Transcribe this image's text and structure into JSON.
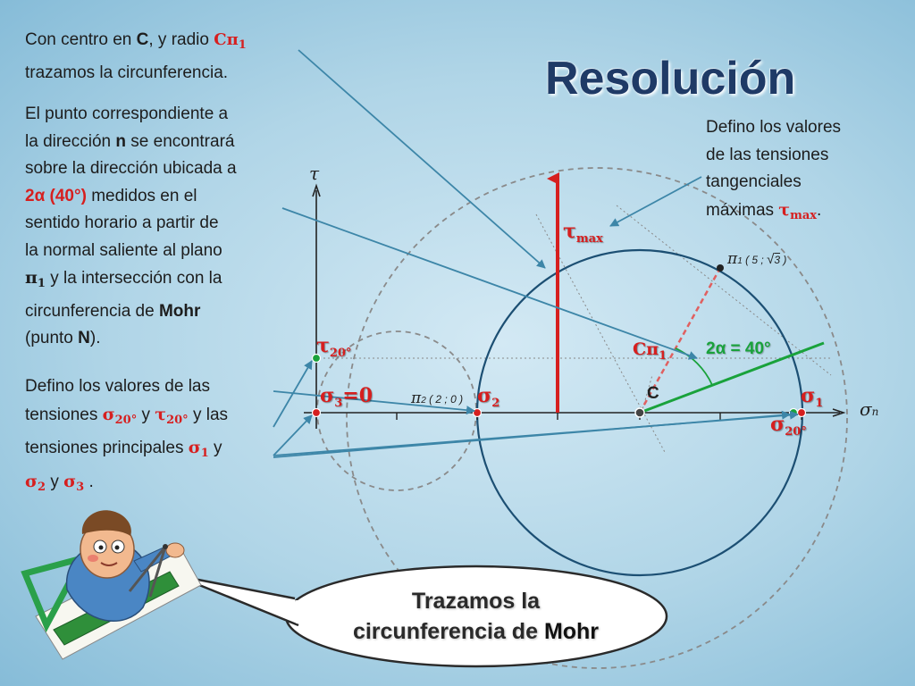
{
  "title": "Resolución",
  "para1": {
    "a": "Con centro en ",
    "b": "C",
    "c": ", y radio ",
    "d": "Cπ",
    "d_sub": "1",
    "line2": "trazamos la circunferencia."
  },
  "para2": {
    "l1": "El punto correspondiente a",
    "l2a": "la dirección ",
    "l2b": "n",
    "l2c": " se encontrará",
    "l3": "sobre la dirección ubicada a",
    "l4a": "2α (40°)",
    "l4b": " medidos en el",
    "l5": "sentido horario a partir de",
    "l6": "la normal saliente al plano",
    "l7a": "π",
    "l7sub": "1",
    "l7b": " y la intersección con la",
    "l8a": "circunferencia de ",
    "l8b": "Mohr",
    "l9a": "(punto ",
    "l9b": "N",
    "l9c": ")."
  },
  "para3": {
    "l1": "Defino los valores de las",
    "l2a": "tensiones ",
    "sig": "σ",
    "sig_sub": "20°",
    "l2b": " y ",
    "tau": "τ",
    "tau_sub": "20°",
    "l2c": " y las",
    "l3a": "tensiones principales ",
    "s1": "σ",
    "s1sub": "1",
    "l3b": " y",
    "s2": "σ",
    "s2sub": "2",
    "l4a": " y ",
    "s3": "σ",
    "s3sub": "3",
    "l4b": " ."
  },
  "para4": {
    "l1": "Defino los valores",
    "l2": "de las tensiones",
    "l3": "tangenciales",
    "l4a": "máximas ",
    "tau": "τ",
    "tau_sub": "max",
    "l4b": "."
  },
  "diagram": {
    "tau_axis": "τ",
    "sigma_axis": "σ",
    "sigma_axis_sub": "n",
    "tau_max": "τ",
    "tau_max_sub": "max",
    "tau20": "τ",
    "tau20_sub": "20°",
    "sigma3": "σ",
    "sigma3_sub": "3",
    "sigma3_val": "=0",
    "sigma2": "σ",
    "sigma2_sub": "2",
    "sigma1": "σ",
    "sigma1_sub": "1",
    "sigma20": "σ",
    "sigma20_sub": "20°",
    "c_pi1": "Cπ",
    "c_pi1_sub": "1",
    "center": "C",
    "two_alpha": "2α = 40°",
    "pi2": "π",
    "pi2_sub": "2",
    "pi2_coords": "( 2 ; 0 )",
    "pi1": "π",
    "pi1_sub": "1",
    "pi1_coords_a": "( 5 ;",
    "pi1_coords_b": "3",
    "pi1_coords_c": ")"
  },
  "bubble": {
    "line1": "Trazamos la",
    "line2a": "circunferencia de ",
    "line2b": "Mohr"
  },
  "colors": {
    "red": "#d61f1f",
    "green": "#19a23b",
    "title": "#1f3a66",
    "arrow": "#3d86a8"
  }
}
